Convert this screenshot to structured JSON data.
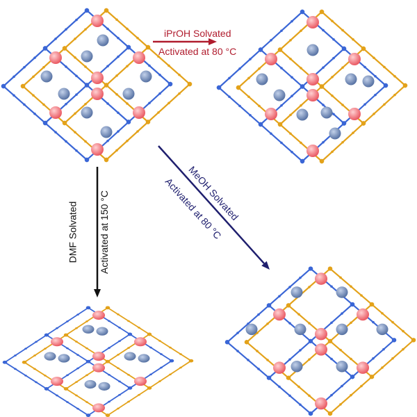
{
  "colors": {
    "blue_framework": "#3a66d6",
    "orange_framework": "#e3a21a",
    "metal_node": "#f0737a",
    "guest": "#6f87b3",
    "ipr_arrow": "#b01c2e",
    "dmf_arrow": "#111111",
    "meoh_arrow": "#1f1f6e"
  },
  "arrows": {
    "ipr": {
      "solvent": "iPrOH Solvated",
      "activation": "Activated at 80 °C"
    },
    "dmf": {
      "solvent": "DMF Solvated",
      "activation": "Activated at 150 °C"
    },
    "meoh": {
      "solvent": "MeOH Solvated",
      "activation": "Activated at 80 °C"
    }
  },
  "panels": [
    "as-synthesized",
    "ipr-activated",
    "dmf-activated",
    "meoh-activated"
  ]
}
